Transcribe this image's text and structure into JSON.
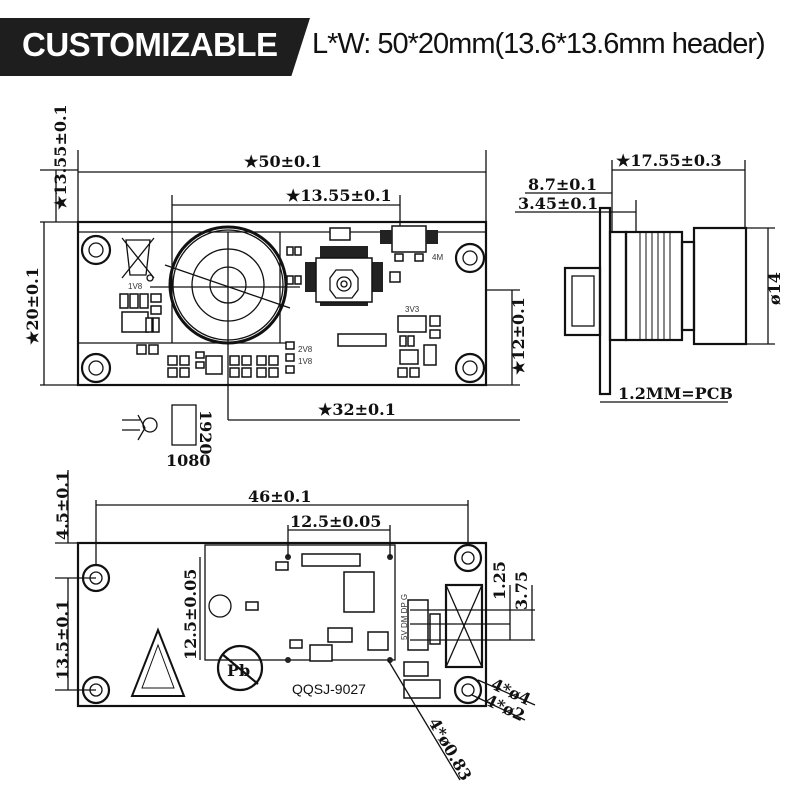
{
  "header": {
    "badge": "CUSTOMIZABLE",
    "spec": "L*W: 50*20mm(13.6*13.6mm header)"
  },
  "top_view": {
    "dim_length": "★50±0.1",
    "dim_header_width": "★13.55±0.1",
    "dim_header_height": "★13.55±0.1",
    "dim_width": "★20±0.1",
    "dim_lens_offset_y": "★12±0.1",
    "dim_lens_offset_x": "★32±0.1",
    "label_1v8_left": "1V8",
    "label_4m": "4M",
    "label_3v3": "3V3",
    "label_2v8": "2V8",
    "label_1v8": "1V8",
    "resolution_w": "1920",
    "resolution_h": "1080"
  },
  "side_view": {
    "dim_total": "★17.55±0.3",
    "dim_a": "8.7±0.1",
    "dim_b": "3.45±0.1",
    "dim_diameter": "ø14",
    "pcb_note": "1.2MM=PCB"
  },
  "bottom_view": {
    "dim_hole_span": "46±0.1",
    "dim_lens_span": "12.5±0.05",
    "dim_top_margin": "4.5±0.1",
    "dim_hole_vertical": "13.5±0.1",
    "dim_lens_vertical": "12.5±0.05",
    "dim_1_25": "1.25",
    "dim_3_75": "3.75",
    "hole_large": "4*ø4",
    "hole_mid": "4*ø2",
    "hole_small": "4*ø0.83",
    "usb_pins": "5V DM DP G",
    "model": "QQSJ-9027",
    "pb_mark": "Pb"
  }
}
